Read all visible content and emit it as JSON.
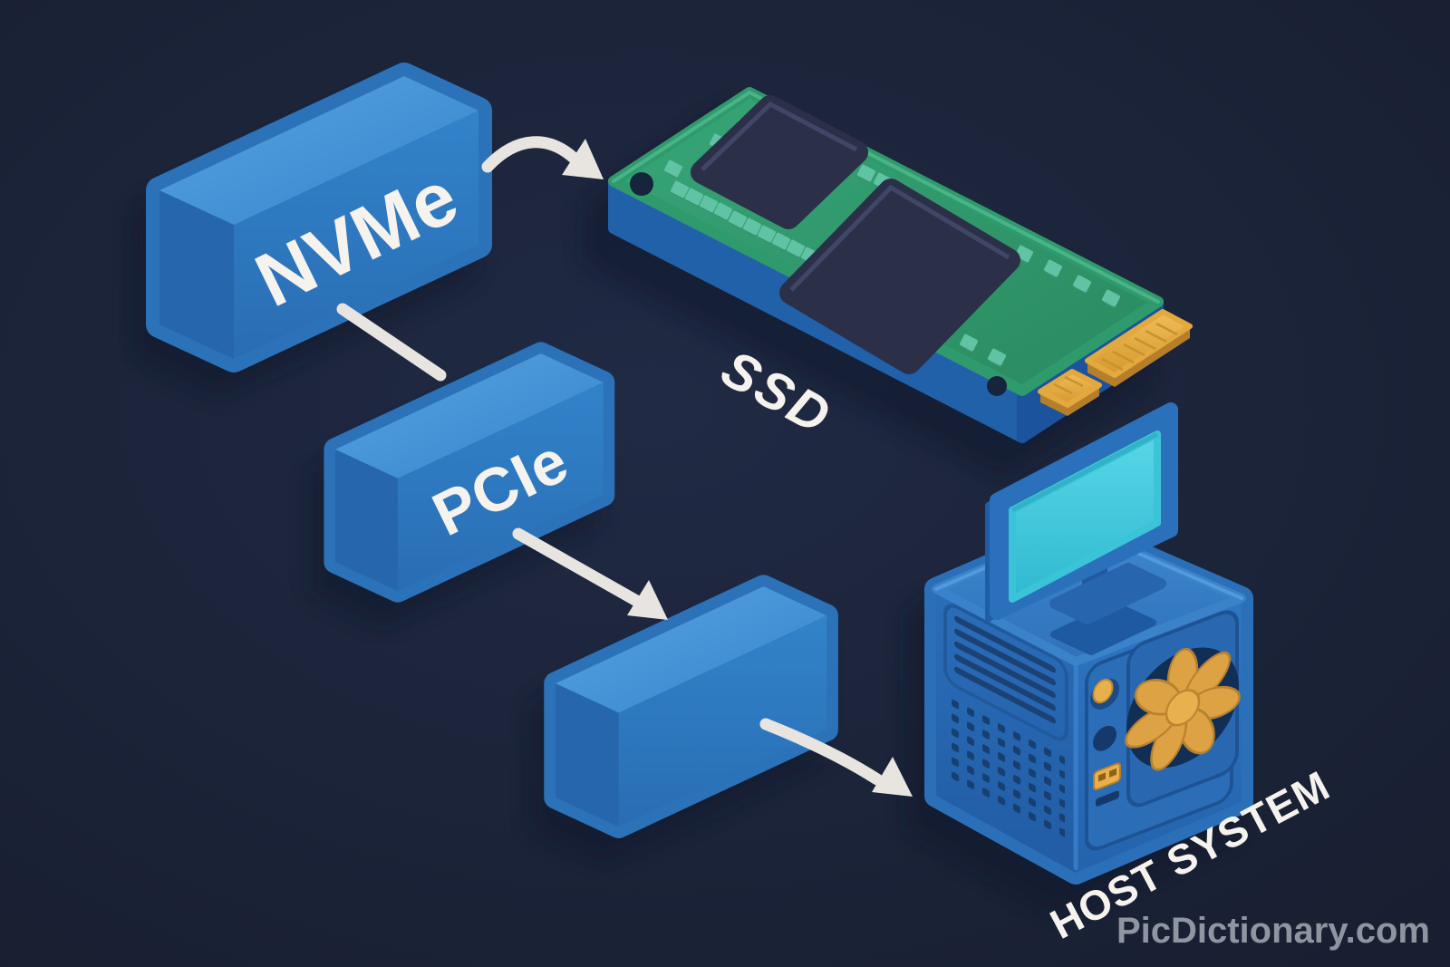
{
  "diagram": {
    "flow_nodes": [
      {
        "id": "nvme",
        "label": "NVMe"
      },
      {
        "id": "pcie",
        "label": "PCIe"
      },
      {
        "id": "bridge",
        "label": ""
      }
    ],
    "illustrations": [
      {
        "id": "ssd",
        "label": "SSD"
      },
      {
        "id": "host-system",
        "label": "HOST SYSTEM"
      }
    ],
    "watermark": "PicDictionary.com",
    "colors": {
      "background": "#1c2438",
      "box_blue": "#2f7fc6",
      "pcb_green": "#2f9a6e",
      "chip_dark": "#2b3048",
      "solder_pad_teal": "#60c3a3",
      "connector_gold": "#e6ac43",
      "screen_cyan": "#41cbdf",
      "fan_gold": "#dda244",
      "arrow_white": "#e8e5e1",
      "label_white": "#f6f3ee",
      "watermark_gray": "#99a0ab"
    }
  }
}
